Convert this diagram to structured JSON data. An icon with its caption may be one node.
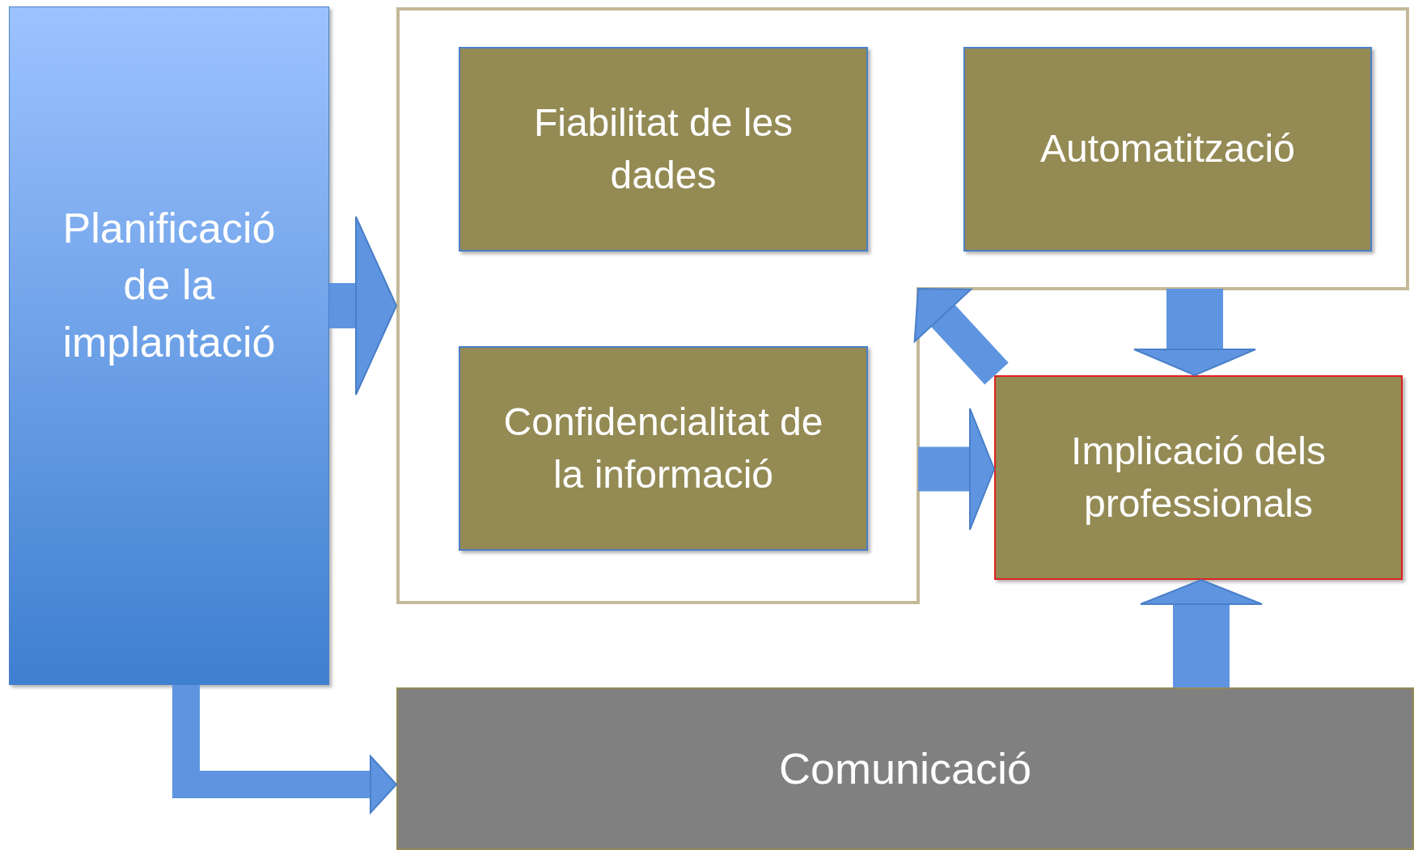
{
  "diagram": {
    "nodes": [
      {
        "text": [
          "Planificació de la implantació"
        ]
      },
      {
        "text": [],
        "shape": "box"
      },
      {
        "text": [
          "Fiabilitat de les dades"
        ],
        "in": 1
      },
      {
        "text": [
          "Automatització"
        ],
        "in": 1
      },
      {
        "text": [
          "Confidencialitat de la informació"
        ],
        "in": 1
      },
      {
        "text": [
          "Implicació dels professionals"
        ]
      },
      {
        "text": [
          "Comunicació"
        ]
      }
    ],
    "edges": [
      {
        "from": 0,
        "to": 1,
        "arrow": "to"
      },
      {
        "from": 0,
        "to": 6,
        "arrow": "to"
      },
      {
        "from": 1,
        "to": 5,
        "arrow": "to"
      },
      {
        "from": 1,
        "to": 5,
        "arrow": "to"
      },
      {
        "from": 5,
        "to": 1,
        "arrow": "to"
      },
      {
        "from": 6,
        "to": 5,
        "arrow": "to"
      }
    ]
  }
}
